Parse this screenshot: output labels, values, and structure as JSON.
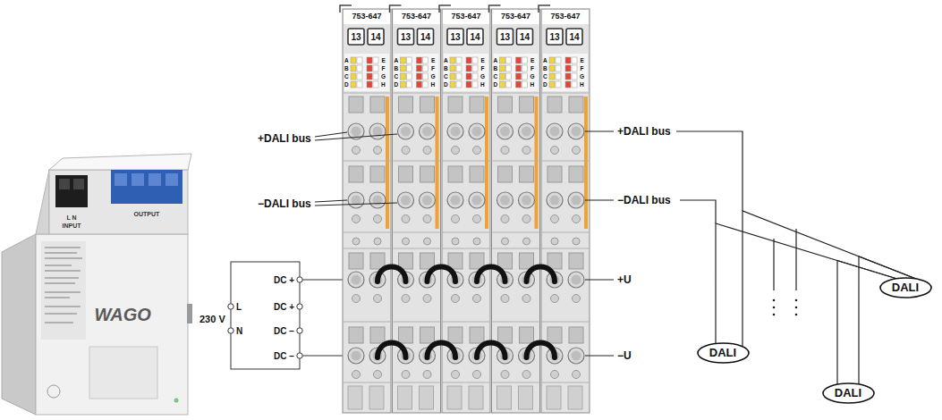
{
  "diagram": {
    "nodes": [
      {
        "text": [
          "DALI"
        ]
      },
      {
        "text": [
          "DALI"
        ]
      },
      {
        "text": [
          "DALI"
        ]
      }
    ],
    "edges": [
      {
        "from": 1,
        "to": 0,
        "arrow": "none"
      },
      {
        "from": 0,
        "to": 2,
        "arrow": "none"
      }
    ],
    "labels": [
      "L N",
      "INPUT",
      "OUTPUT",
      "WAGO",
      "230 V",
      "L",
      "N",
      "DC +",
      "DC +",
      "DC −",
      "DC −",
      "+DALI bus",
      "−DALI bus",
      "753-647",
      "13",
      "14",
      "A",
      "B",
      "C",
      "D",
      "E",
      "F",
      "G",
      "H",
      "753-647",
      "13",
      "14",
      "A",
      "B",
      "C",
      "D",
      "E",
      "F",
      "G",
      "H",
      "753-647",
      "13",
      "14",
      "A",
      "B",
      "C",
      "D",
      "E",
      "F",
      "G",
      "H",
      "753-647",
      "13",
      "14",
      "A",
      "B",
      "C",
      "D",
      "E",
      "F",
      "G",
      "H",
      "753-647",
      "13",
      "14",
      "A",
      "B",
      "C",
      "D",
      "E",
      "F",
      "G",
      "H",
      "+DALI bus",
      "−DALI bus",
      "+U",
      "−U"
    ]
  }
}
